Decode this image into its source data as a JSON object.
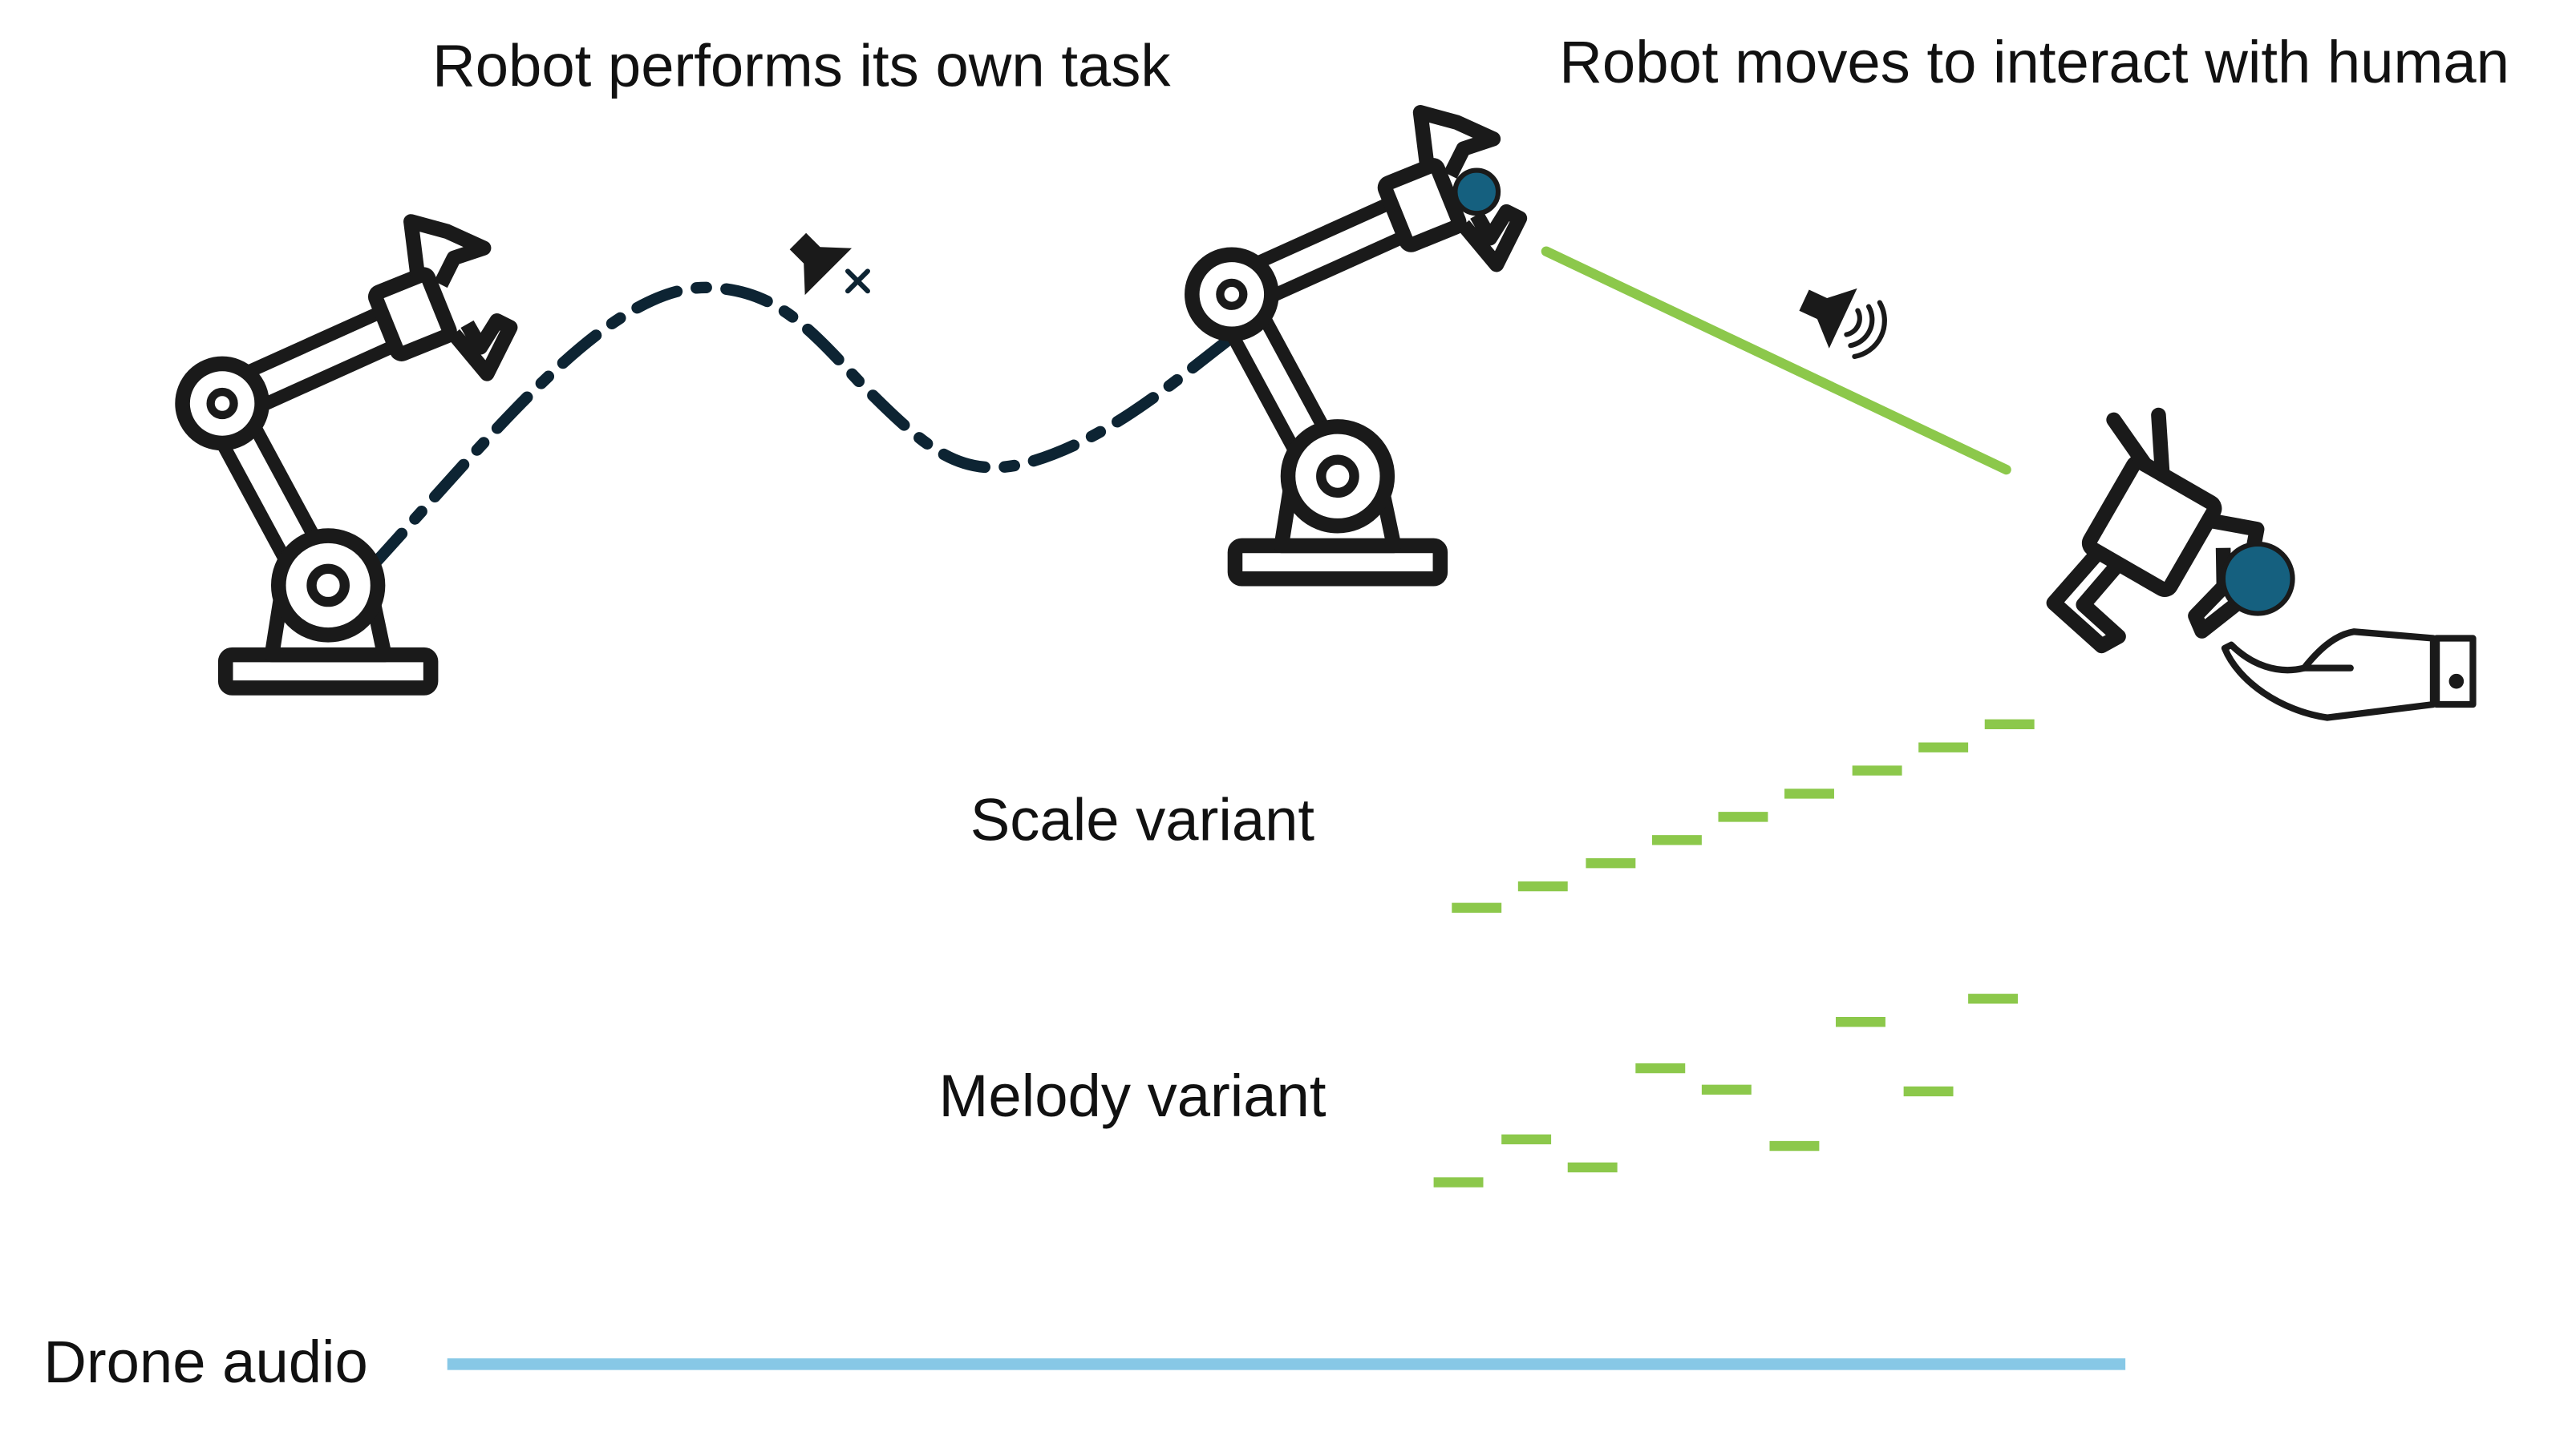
{
  "labels": {
    "task_phase": "Robot performs its own task",
    "interact_phase": "Robot moves to interact with human",
    "scale_variant": "Scale variant",
    "melody_variant": "Melody variant",
    "drone_audio": "Drone audio"
  },
  "icons": {
    "speaker_muted": "speaker-muted-icon",
    "speaker_sound": "speaker-sound-icon",
    "robot_arm": "robot-arm-icon",
    "human_hand": "open-hand-icon",
    "ball": "ball-icon"
  },
  "colors": {
    "ink": "#1a1a1a",
    "dark_path": "#0d2433",
    "green": "#8cc84b",
    "drone_blue": "#87c8e6",
    "ball_blue": "#15607f"
  }
}
